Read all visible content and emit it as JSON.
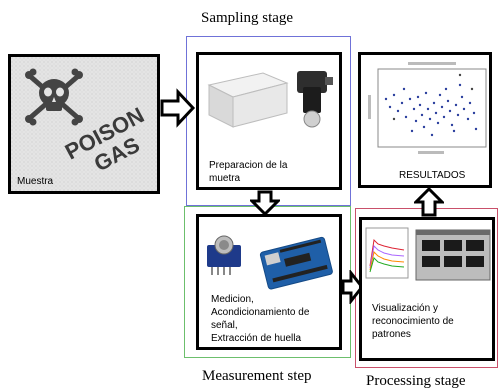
{
  "stages": {
    "sampling": "Sampling stage",
    "measurement": "Measurement step",
    "processing": "Processing stage"
  },
  "boxes": {
    "muestra": "Muestra",
    "preparacion": [
      "Preparacion de la",
      "muetra"
    ],
    "resultados": "RESULTADOS",
    "medicion": [
      "Medicion,",
      "Acondicionamiento de",
      "señal,",
      "Extracción de huella"
    ],
    "visualizacion": [
      "Visualización y",
      "reconocimiento de",
      "patrones"
    ]
  },
  "poison_sign": {
    "line1": "POISON",
    "line2": "GAS"
  },
  "colors": {
    "sampling_frame": "#6f72d8",
    "measurement_frame": "#6cbf6c",
    "processing_frame": "#c9506a",
    "arrow": "#000000"
  }
}
